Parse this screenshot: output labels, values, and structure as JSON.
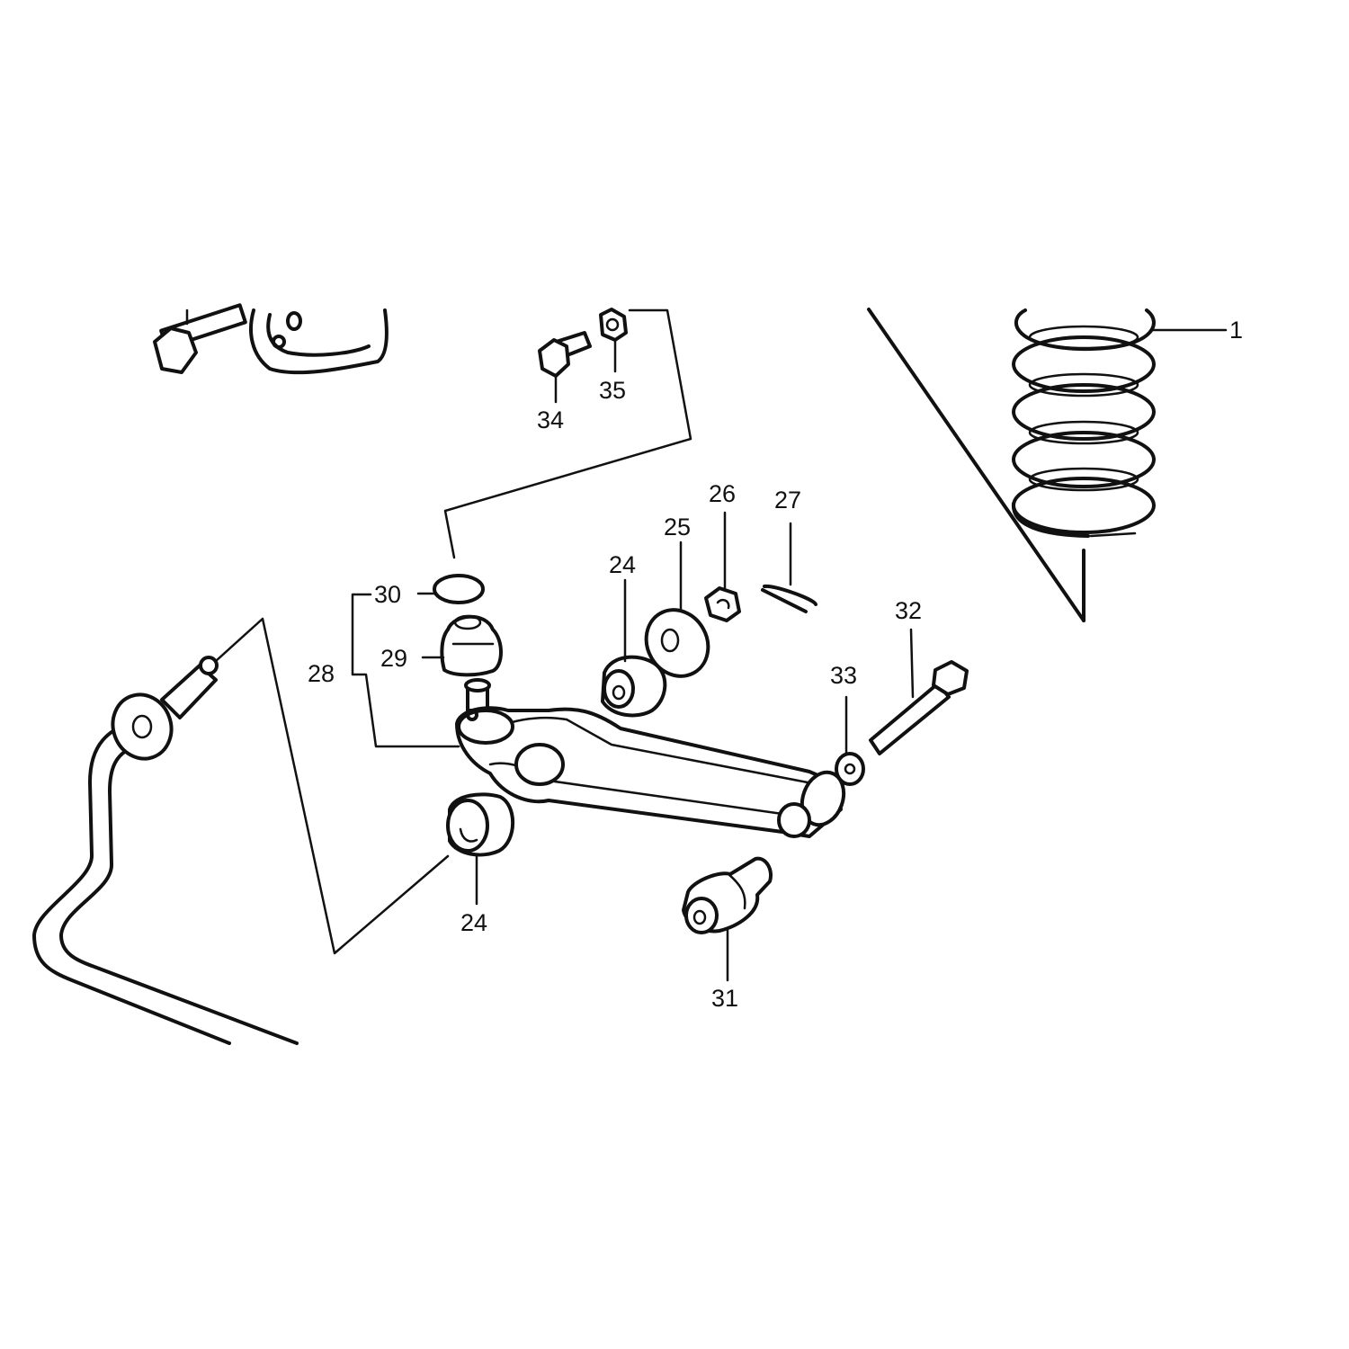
{
  "callouts": [
    {
      "id": "c1",
      "text": "1"
    },
    {
      "id": "c24a",
      "text": "24"
    },
    {
      "id": "c24b",
      "text": "24"
    },
    {
      "id": "c25",
      "text": "25"
    },
    {
      "id": "c26",
      "text": "26"
    },
    {
      "id": "c27",
      "text": "27"
    },
    {
      "id": "c28",
      "text": "28"
    },
    {
      "id": "c29",
      "text": "29"
    },
    {
      "id": "c30",
      "text": "30"
    },
    {
      "id": "c31",
      "text": "31"
    },
    {
      "id": "c32",
      "text": "32"
    },
    {
      "id": "c33",
      "text": "33"
    },
    {
      "id": "c34",
      "text": "34"
    },
    {
      "id": "c35",
      "text": "35"
    }
  ],
  "colors": {
    "ink": "#111111",
    "paper": "#ffffff"
  }
}
